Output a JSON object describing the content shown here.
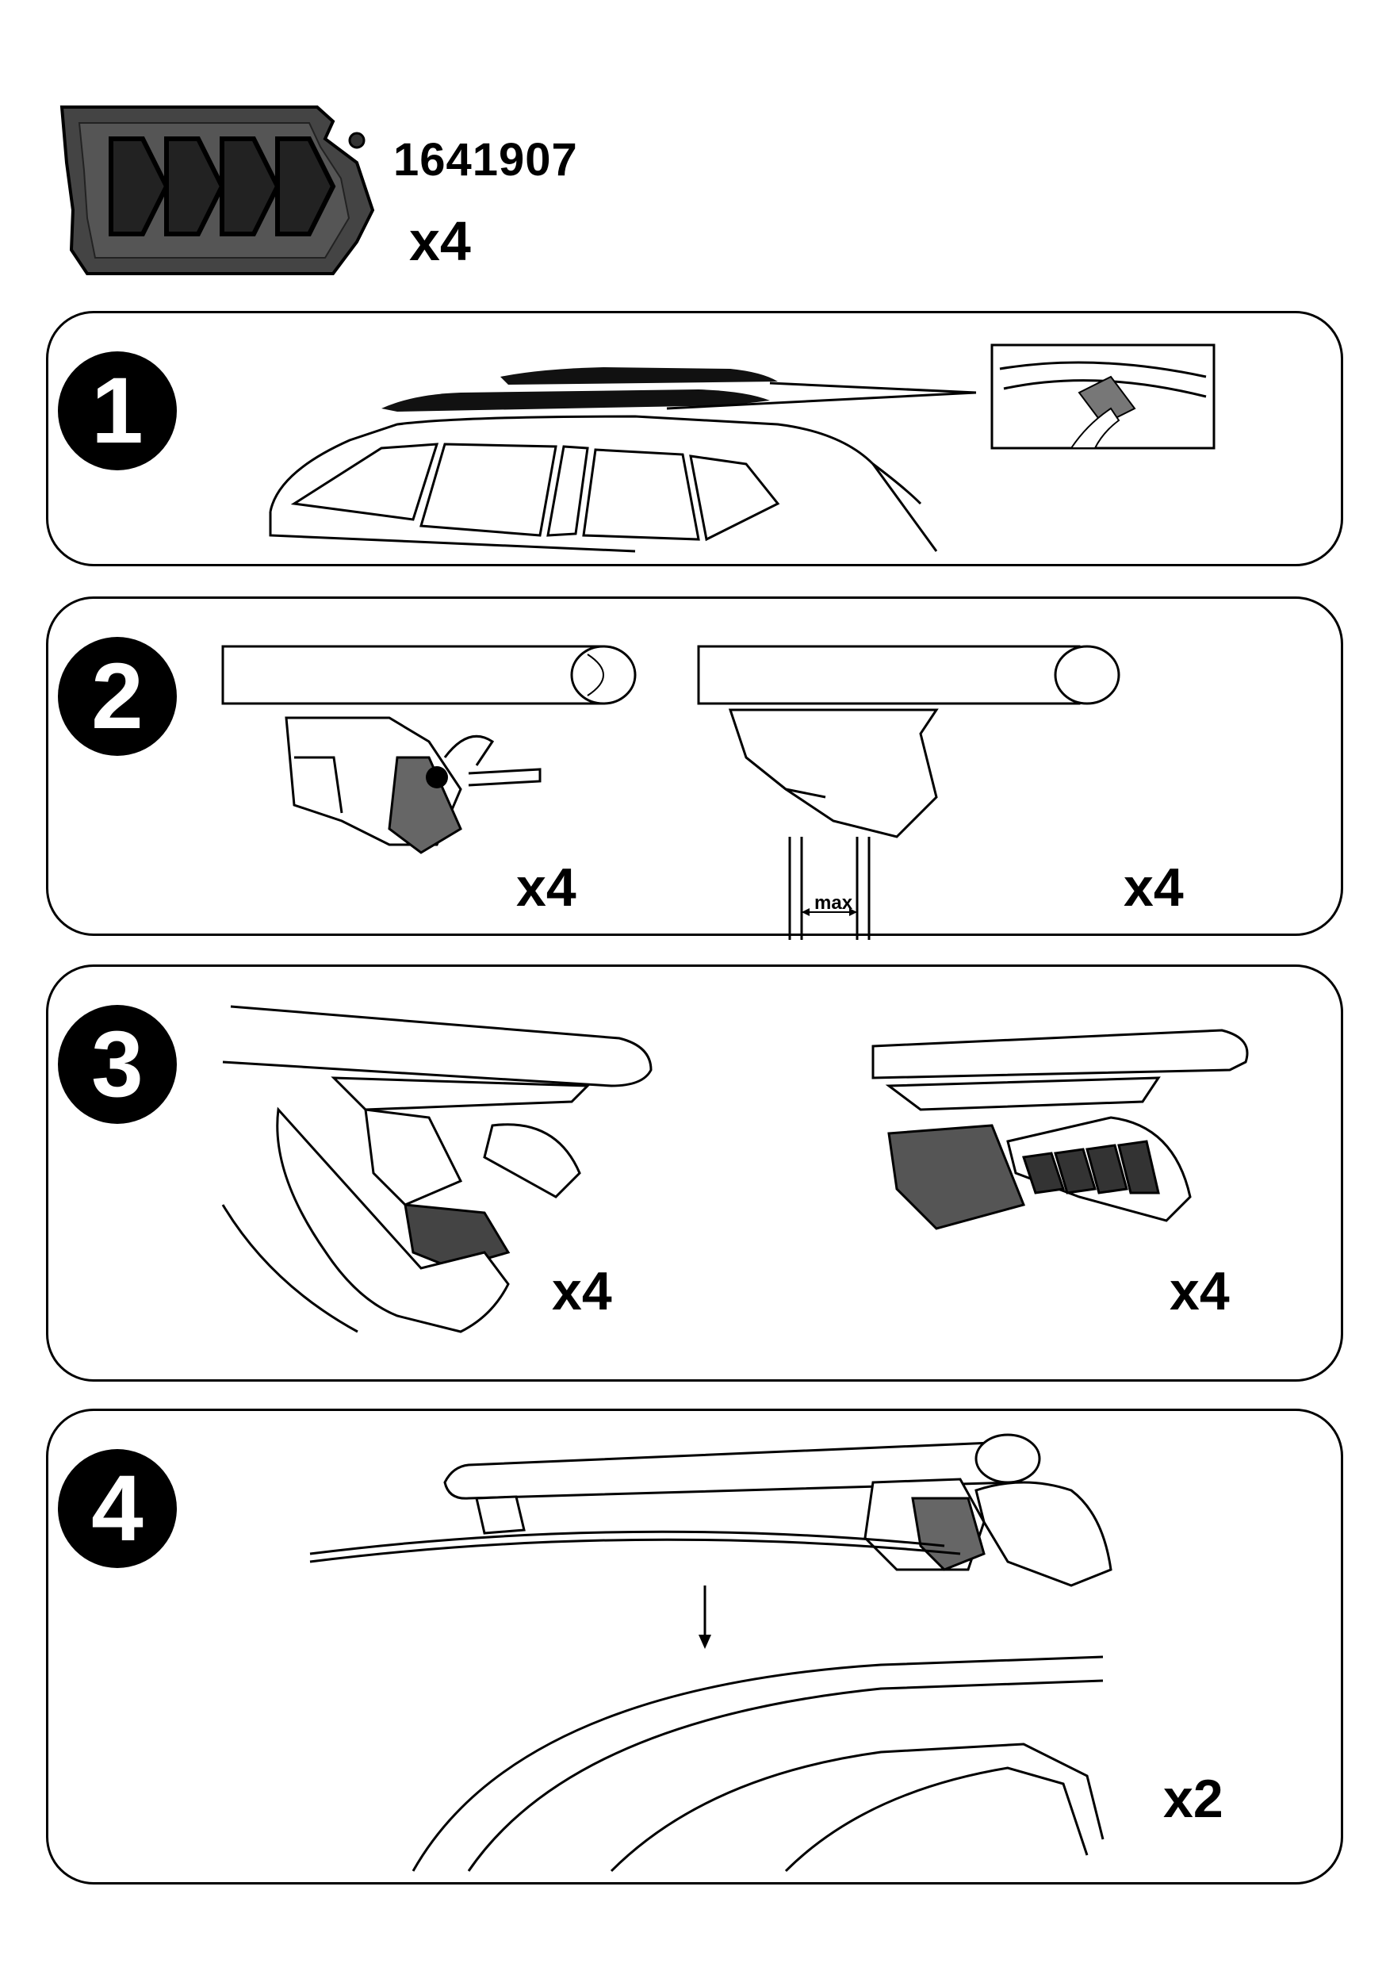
{
  "header": {
    "part_number": "1641907",
    "part_quantity": "x4",
    "part_icon": "rubber-foot-pad-icon"
  },
  "steps": [
    {
      "number": "1",
      "illustration": "clean-roof-rails-illustration"
    },
    {
      "number": "2",
      "left_quantity": "x4",
      "right_quantity": "x4",
      "max_label": "max"
    },
    {
      "number": "3",
      "left_quantity": "x4",
      "right_quantity": "x4"
    },
    {
      "number": "4",
      "quantity": "x2"
    }
  ]
}
